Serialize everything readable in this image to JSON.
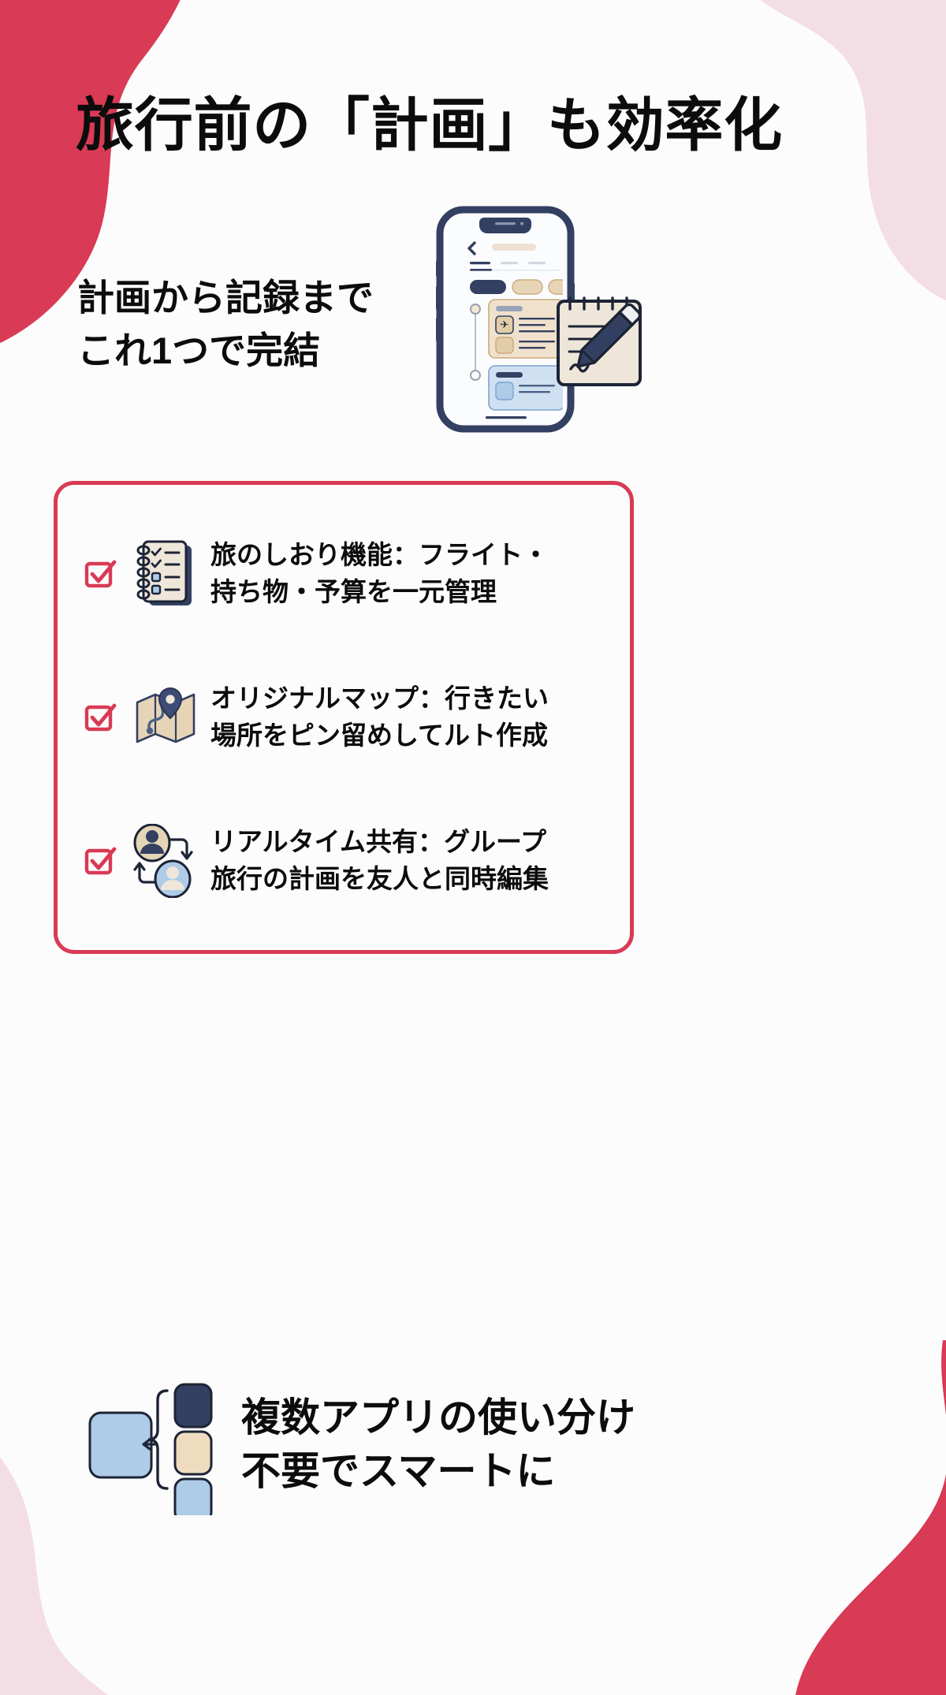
{
  "headline": "旅行前の「計画」も効率化",
  "subheading": {
    "line1": "計画から記録まで",
    "line2": "これ1つで完結"
  },
  "hero": {
    "phone_icon": "smartphone-itinerary-screen",
    "note_icon": "notepad-with-pen",
    "flight_glyph": "✈",
    "back_glyph": "‹"
  },
  "features": [
    {
      "check": "checked-checkbox",
      "icon": "checklist-notepad-icon",
      "line1": "旅のしおり機能：フライト・",
      "line2": "持ち物・予算を一元管理"
    },
    {
      "check": "checked-checkbox",
      "icon": "folded-map-with-pin-icon",
      "line1": "オリジナルマップ：行きたい",
      "line2": "場所をピン留めしてルト作成"
    },
    {
      "check": "checked-checkbox",
      "icon": "two-people-sync-icon",
      "line1": "リアルタイム共有：グループ",
      "line2": "旅行の計画を友人と同時編集"
    }
  ],
  "closing": {
    "icon": "one-app-replaces-many-icon",
    "line1": "複数アプリの使い分け",
    "line2": "不要でスマートに"
  },
  "colors": {
    "crimson": "#d93a55",
    "pink": "#f4dee6",
    "navy": "#334062",
    "beige": "#e8d5b5",
    "light_blue": "#aecbe8",
    "paper": "#efe6da",
    "text": "#0c0c0c",
    "background": "#fdfcfc"
  }
}
